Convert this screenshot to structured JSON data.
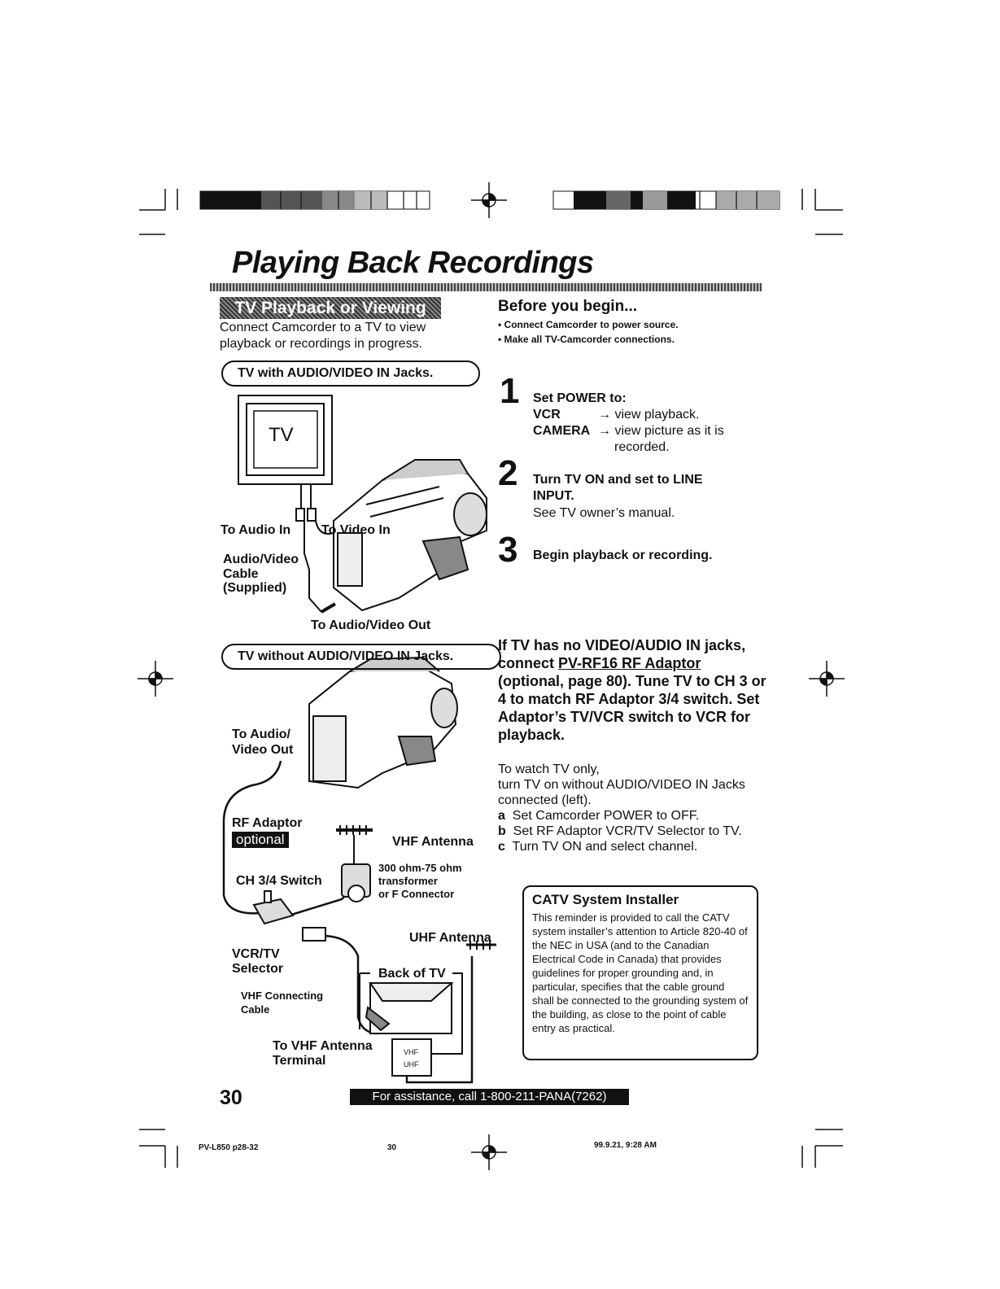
{
  "page": {
    "title": "Playing Back Recordings",
    "section_tab": "TV Playback or Viewing",
    "intro": "Connect Camcorder to a TV to view playback or recordings in progress."
  },
  "diagram_av": {
    "heading": "TV with AUDIO/VIDEO IN Jacks.",
    "tv_label": "TV",
    "to_audio_in": "To Audio In",
    "to_video_in": "To Video In",
    "cable_label_1": "Audio/Video",
    "cable_label_2": "Cable",
    "cable_label_3": "(Supplied)",
    "to_av_out": "To Audio/Video Out"
  },
  "diagram_rf": {
    "heading": "TV without AUDIO/VIDEO IN Jacks.",
    "to_av_out_1": "To Audio/",
    "to_av_out_2": "Video Out",
    "rf_adaptor": "RF Adaptor",
    "optional": "optional",
    "vhf_antenna": "VHF Antenna",
    "transformer_1": "300 ohm-75 ohm",
    "transformer_2": "transformer",
    "transformer_3": "or F Connector",
    "ch_switch": "CH 3/4 Switch",
    "uhf_antenna": "UHF Antenna",
    "vcrtv_1": "VCR/TV",
    "vcrtv_2": "Selector",
    "back_of_tv": "Back of TV",
    "vhf_cable_1": "VHF Connecting",
    "vhf_cable_2": "Cable",
    "to_vhf_1": "To VHF Antenna",
    "to_vhf_2": "Terminal",
    "vhf_term": "VHF",
    "uhf_term": "UHF"
  },
  "before": {
    "heading": "Before you begin...",
    "bullets": [
      "• Connect Camcorder to power source.",
      "• Make all TV-Camcorder connections."
    ]
  },
  "steps": [
    {
      "num": "1",
      "title": "Set POWER to:",
      "vcr_key": "VCR",
      "vcr_val": "→ view playback.",
      "cam_key": "CAMERA",
      "cam_val": "→ view picture as it is",
      "cam_val2": "recorded."
    },
    {
      "num": "2",
      "title": "Turn TV ON and set to LINE INPUT.",
      "note": "See TV owner’s manual."
    },
    {
      "num": "3",
      "title": "Begin playback or recording."
    }
  ],
  "no_av": {
    "part1": "If TV has no VIDEO/AUDIO IN jacks, connect ",
    "link": "PV-RF16 RF Adaptor",
    "part2": " (optional, page 80). Tune TV to CH 3 or 4 to match RF Adaptor 3/4 switch. Set Adaptor’s TV/VCR switch to VCR for playback."
  },
  "watch_tv": {
    "intro": "To watch TV only,",
    "line2": "turn TV on without AUDIO/VIDEO IN Jacks connected (left).",
    "items": [
      {
        "k": "a",
        "t": "Set Camcorder POWER to OFF."
      },
      {
        "k": "b",
        "t": "Set RF Adaptor VCR/TV Selector to TV."
      },
      {
        "k": "c",
        "t": "Turn TV ON and select channel."
      }
    ]
  },
  "catv": {
    "title": "CATV System Installer",
    "body": "This reminder is provided to call the CATV system installer’s attention to Article 820-40 of the NEC in USA (and to the Canadian Electrical Code in Canada) that provides guidelines for proper grounding and, in particular, specifies that the cable ground shall be connected to the grounding system of the building, as close to the point of cable entry as practical."
  },
  "footer": {
    "page_number": "30",
    "assistance": "For assistance, call 1-800-211-PANA(7262)",
    "file": "PV-L850 p28-32",
    "center": "30",
    "stamp": "99.9.21, 9:28 AM"
  }
}
